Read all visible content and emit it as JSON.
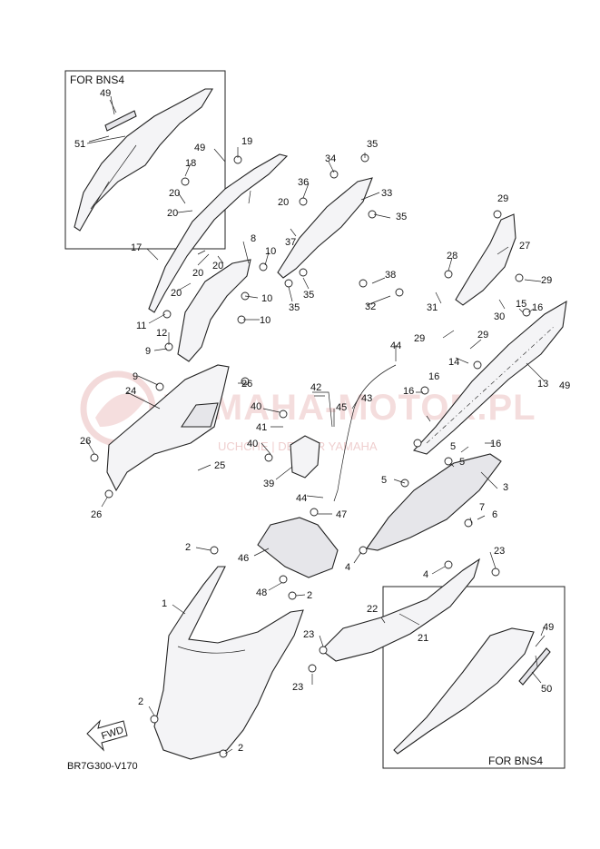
{
  "insets": {
    "top_left_label": "FOR BNS4",
    "bottom_right_label": "FOR BNS4"
  },
  "diagram_code": "BR7G300-V170",
  "fwd_label": "FWD",
  "watermark": {
    "text": "YAMAHA-MOTOR.PL",
    "subtitle": "UCHCHE | DEALER YAMAHA"
  },
  "callouts": [
    "1",
    "2",
    "3",
    "4",
    "5",
    "6",
    "7",
    "8",
    "9",
    "10",
    "11",
    "12",
    "13",
    "14",
    "15",
    "16",
    "17",
    "18",
    "19",
    "20",
    "21",
    "22",
    "23",
    "24",
    "25",
    "26",
    "27",
    "28",
    "29",
    "30",
    "31",
    "32",
    "33",
    "34",
    "35",
    "36",
    "37",
    "38",
    "39",
    "40",
    "41",
    "42",
    "43",
    "44",
    "45",
    "46",
    "47",
    "48",
    "49",
    "50",
    "51"
  ],
  "colors": {
    "line": "#222222",
    "watermark": "#e8b5b5",
    "part_fill": "#f4f4f6"
  }
}
